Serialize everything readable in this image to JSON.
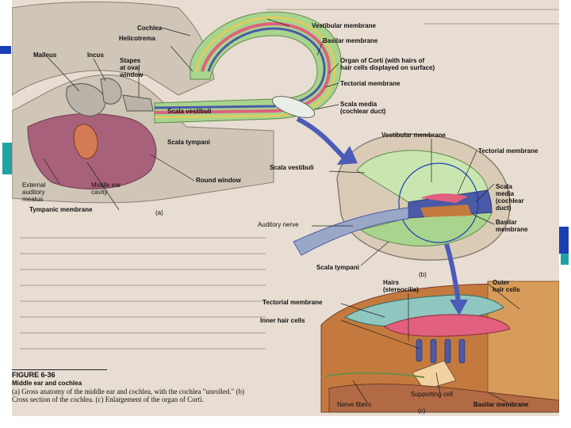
{
  "labels": {
    "cochlea": "Cochlea",
    "helicotrema": "Helicotrema",
    "malleus": "Malleus",
    "incus": "Incus",
    "stapes": "Stapes\nat oval\nwindow",
    "vestibular_membrane_a": "Vestibular membrane",
    "basilar_membrane_a": "Basilar membrane",
    "organ_of_corti": "Organ of Corti (with hairs of\nhair cells displayed on surface)",
    "tectorial_membrane_a": "Tectorial membrane",
    "scala_media_a": "Scala media\n(cochlear duct)",
    "scala_vestibuli_a": "Scala vestibuli",
    "scala_tympani_a": "Scala tympani",
    "round_window": "Round window",
    "external_meatus": "External\nauditory\nmeatus",
    "middle_ear_cavity": "Middle ear\ncavity",
    "tympanic_membrane": "Tympanic membrane",
    "panel_a": "(a)",
    "vestibular_membrane_b": "Vestibular membrane",
    "tectorial_membrane_b": "Tectorial membrane",
    "scala_vestibuli_b": "Scala vestibuli",
    "scala_media_b": "Scala\nmedia\n(cochlear\nduct)",
    "auditory_nerve": "Auditory nerve",
    "basilar_membrane_b": "Basilar\nmembrane",
    "scala_tympani_b": "Scala tympani",
    "panel_b": "(b)",
    "hairs": "Hairs\n(stereocilia)",
    "outer_hair_cells": "Outer\nhair cells",
    "tectorial_membrane_c": "Tectorial membrane",
    "inner_hair_cells": "Inner hair cells",
    "nerve_fibers": "Nerve fibers",
    "supporting_cell": "Supporting cell",
    "basilar_membrane_c": "Basilar membrane",
    "panel_c": "(c)"
  },
  "caption": {
    "figure_number": "FIGURE 6-36",
    "title": "Middle ear and cochlea",
    "body": "(a) Gross anatomy of the middle ear and cochlea, with the cochlea \"unrolled.\" (b) Cross section of the cochlea. (c) Enlargement of the organ of Corti."
  },
  "colors": {
    "slide_background": "#ffffff",
    "page_background": "#e7ddd2",
    "slide_accent": "#1a3fb5",
    "arrow": "#4a5bb8",
    "bone": "#cfc6b8",
    "ear_tissue": "#a8617a",
    "vestibuli_green": "#c9e6b0",
    "tympani_green": "#a9d48e",
    "scala_media_blue": "#4b5aa8",
    "tectorial_pink": "#e0607e",
    "tissue_orange": "#c47a3e"
  }
}
